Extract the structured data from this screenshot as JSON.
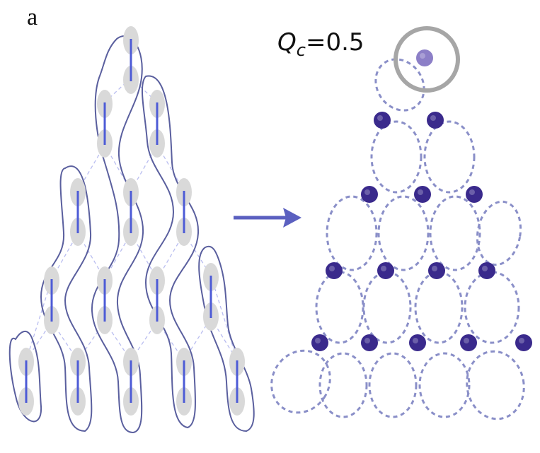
{
  "panel_label": "a",
  "qc_label": {
    "symbol": "Q",
    "subscript": "c",
    "relation": "=0.5"
  },
  "icons": {
    "arrow": "right-arrow-icon",
    "highlight": "circle-highlight-icon"
  },
  "colors": {
    "bond": "#4d5bd6",
    "outline": "#5a5f9e",
    "dashed": "#8a8fc8",
    "node": "#3a2a8c",
    "node_faded": "#8c7fc7",
    "ellipse": "#d9d9d9",
    "highlight_ring": "#a6a6a6",
    "arrow": "#5b60c0"
  }
}
